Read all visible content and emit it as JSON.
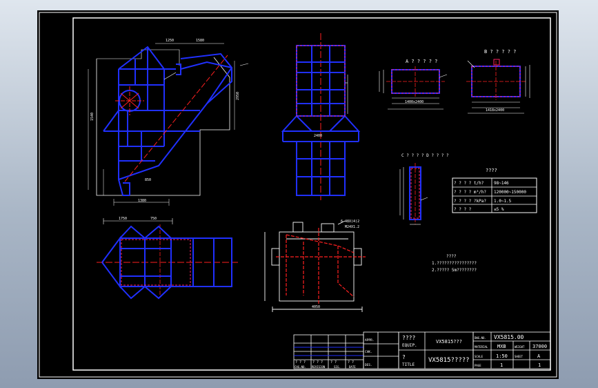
{
  "views": {
    "view_a": {
      "label": "A ? ? ? ? ?",
      "dim_bottom": "1400x2400"
    },
    "view_b": {
      "label": "B ? ? ? ? ?",
      "dim_bottom": "1418x2400"
    },
    "view_c": {
      "label": "C ? ? ? ? D  ? ? ? ?"
    },
    "front_dims": {
      "d1": "1250",
      "d2": "1580",
      "d3": "1540",
      "d4": "2950",
      "d5": "1380",
      "d6": "850"
    },
    "plan_dims": {
      "d1": "1750",
      "d2": "2400",
      "d3": "750"
    },
    "detail_labels": {
      "l1": "6-48X(4)2",
      "l2": "M24X1.2",
      "l3": "4050"
    }
  },
  "spec_table": {
    "title": "????",
    "rows": [
      {
        "key": "? ? ? ? t/h?",
        "value": "98~146"
      },
      {
        "key": "? ? ? ? m³/h?",
        "value": "120000~150000"
      },
      {
        "key": "? ? ? ? ?kPa?",
        "value": "1.0~1.5"
      },
      {
        "key": "? ? ? ?",
        "value": "≤5 %"
      }
    ]
  },
  "notes": {
    "heading": "????",
    "lines": [
      "1.????????????????",
      "2.????? 5m????????"
    ]
  },
  "title_block": {
    "equip_cn": "????",
    "equip_en": "EQUIP.",
    "equip_name": "VX5815???",
    "title_cn": "?",
    "title_en": "TITLE",
    "title_name": "VX5815?????",
    "drawing_no": "VX5815.00",
    "material": "MXB",
    "weight": "37000",
    "scale_value": "1:50",
    "sheet_size": "A",
    "page_total": "1",
    "page_no": "1",
    "left_labels": [
      "? ? ?",
      "? ? ?",
      "? ?",
      "? ?"
    ],
    "left_labels_en": [
      "CHG.NO.",
      "REVISION",
      "SIG.",
      "DATE"
    ],
    "role_labels": [
      "DES.",
      "CHK.",
      "APPR."
    ],
    "right_labels": [
      "DWG.NO.",
      "MATERIAL",
      "SCALE",
      "PAGE",
      "WEIGHT",
      "SHEET"
    ]
  }
}
